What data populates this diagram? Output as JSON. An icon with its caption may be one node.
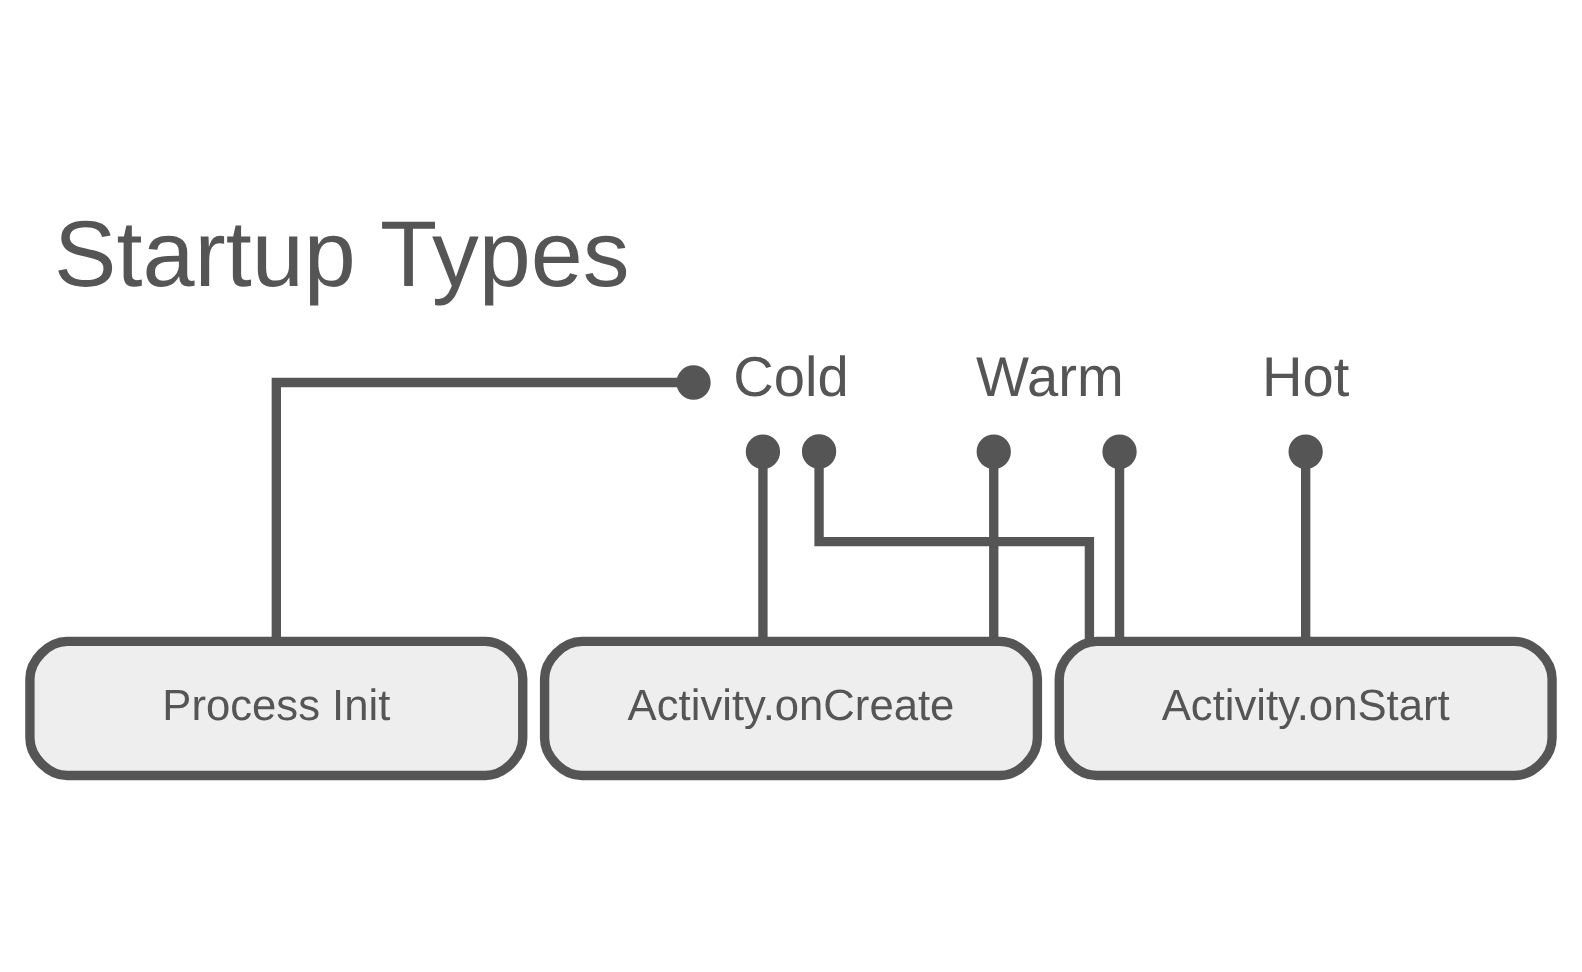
{
  "diagram": {
    "title": "Startup Types",
    "nodes": [
      {
        "text": [
          "Hot"
        ]
      },
      {
        "text": [
          "Warm"
        ]
      },
      {
        "text": [
          "Cold"
        ]
      },
      {
        "text": [
          "Process Init"
        ]
      },
      {
        "text": [
          "Activity.onCreate"
        ]
      },
      {
        "text": [
          "Activity.onStart"
        ]
      }
    ],
    "edges": [
      {
        "from": 0,
        "to": 5,
        "arrow": "other"
      },
      {
        "from": 1,
        "to": 4,
        "arrow": "other"
      },
      {
        "from": 1,
        "to": 5,
        "arrow": "other"
      },
      {
        "from": 2,
        "to": 3,
        "arrow": "other"
      },
      {
        "from": 2,
        "to": 4,
        "arrow": "other"
      },
      {
        "from": 2,
        "to": 5,
        "arrow": "other"
      }
    ]
  }
}
